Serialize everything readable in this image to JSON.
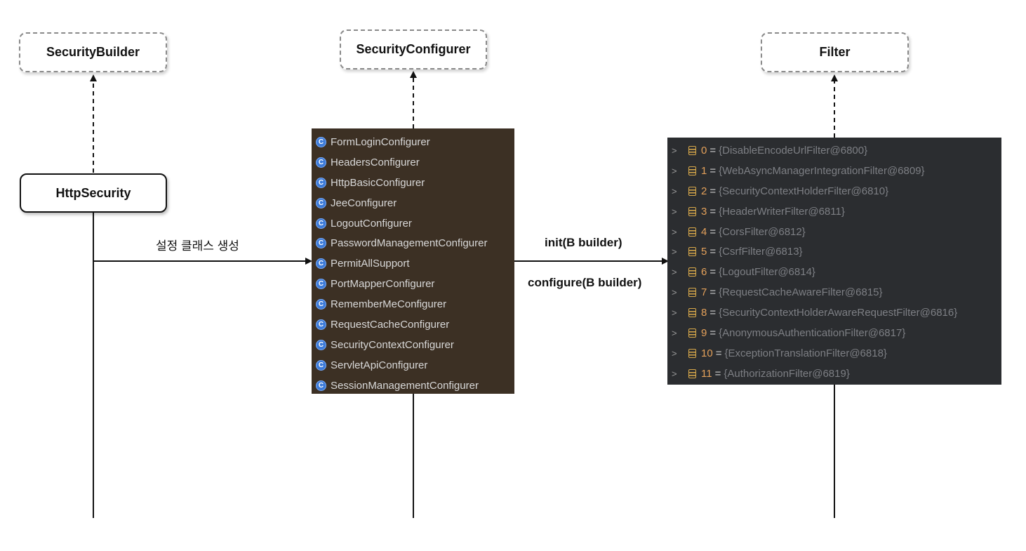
{
  "nodes": {
    "security_builder": "SecurityBuilder",
    "security_configurer": "SecurityConfigurer",
    "filter": "Filter",
    "http_security": "HttpSecurity"
  },
  "edges": {
    "create_label": "설정 클래스 생성",
    "init_label": "init(B builder)",
    "configure_label": "configure(B builder)"
  },
  "configurers": [
    "FormLoginConfigurer",
    "HeadersConfigurer",
    "HttpBasicConfigurer",
    "JeeConfigurer",
    "LogoutConfigurer",
    "PasswordManagementConfigurer",
    "PermitAllSupport",
    "PortMapperConfigurer",
    "RememberMeConfigurer",
    "RequestCacheConfigurer",
    "SecurityContextConfigurer",
    "ServletApiConfigurer",
    "SessionManagementConfigurer"
  ],
  "configurer_icon": "class-c-icon",
  "filters": [
    {
      "index": "0",
      "value": "{DisableEncodeUrlFilter@6800}"
    },
    {
      "index": "1",
      "value": "{WebAsyncManagerIntegrationFilter@6809}"
    },
    {
      "index": "2",
      "value": "{SecurityContextHolderFilter@6810}"
    },
    {
      "index": "3",
      "value": "{HeaderWriterFilter@6811}"
    },
    {
      "index": "4",
      "value": "{CorsFilter@6812}"
    },
    {
      "index": "5",
      "value": "{CsrfFilter@6813}"
    },
    {
      "index": "6",
      "value": "{LogoutFilter@6814}"
    },
    {
      "index": "7",
      "value": "{RequestCacheAwareFilter@6815}"
    },
    {
      "index": "8",
      "value": "{SecurityContextHolderAwareRequestFilter@6816}"
    },
    {
      "index": "9",
      "value": "{AnonymousAuthenticationFilter@6817}"
    },
    {
      "index": "10",
      "value": "{ExceptionTranslationFilter@6818}"
    },
    {
      "index": "11",
      "value": "{AuthorizationFilter@6819}"
    }
  ],
  "filter_eq": "=",
  "colors": {
    "configurer_panel_bg": "#3c3024",
    "filter_panel_bg": "#2b2d30",
    "class_icon": "#3d7bd9",
    "filter_index": "#e3a05a"
  }
}
